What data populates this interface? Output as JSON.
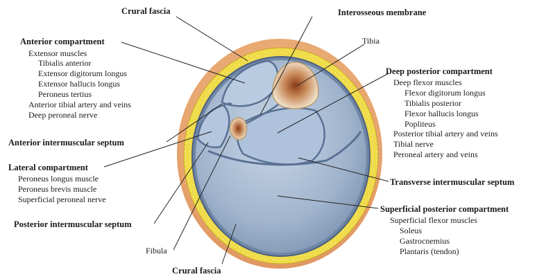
{
  "labels": {
    "crural_fascia_top": "Crural fascia",
    "interosseous_membrane": "Interosseous membrane",
    "tibia": "Tibia",
    "anterior_compartment": {
      "title": "Anterior compartment",
      "items": [
        "Extensor muscles",
        "Tibialis anterior",
        "Extensor digitorum longus",
        "Extensor hallucis longus",
        "Peroneus tertius",
        "Anterior tibial artery and veins",
        "Deep peroneal nerve"
      ]
    },
    "deep_posterior_compartment": {
      "title": "Deep posterior compartment",
      "items": [
        "Deep flexor muscles",
        "Flexor digitorum longus",
        "Tibialis posterior",
        "Flexor hallucis longus",
        "Popliteus",
        "Posterior tibial artery and veins",
        "Tibial nerve",
        "Peroneal artery and veins"
      ]
    },
    "anterior_intermuscular_septum": "Anterior intermuscular septum",
    "lateral_compartment": {
      "title": "Lateral compartment",
      "items": [
        "Peroneus longus muscle",
        "Peroneus brevis muscle",
        "Superficial peroneal nerve"
      ]
    },
    "transverse_intermuscular_septum": "Transverse intermuscular septum",
    "posterior_intermuscular_septum": "Posterior intermuscular septum",
    "superficial_posterior_compartment": {
      "title": "Superficial posterior compartment",
      "items": [
        "Superficial flexor muscles",
        "Soleus",
        "Gastrocnemius",
        "Plantaris (tendon)"
      ]
    },
    "fibula": "Fibula",
    "crural_fascia_bottom": "Crural fascia"
  }
}
